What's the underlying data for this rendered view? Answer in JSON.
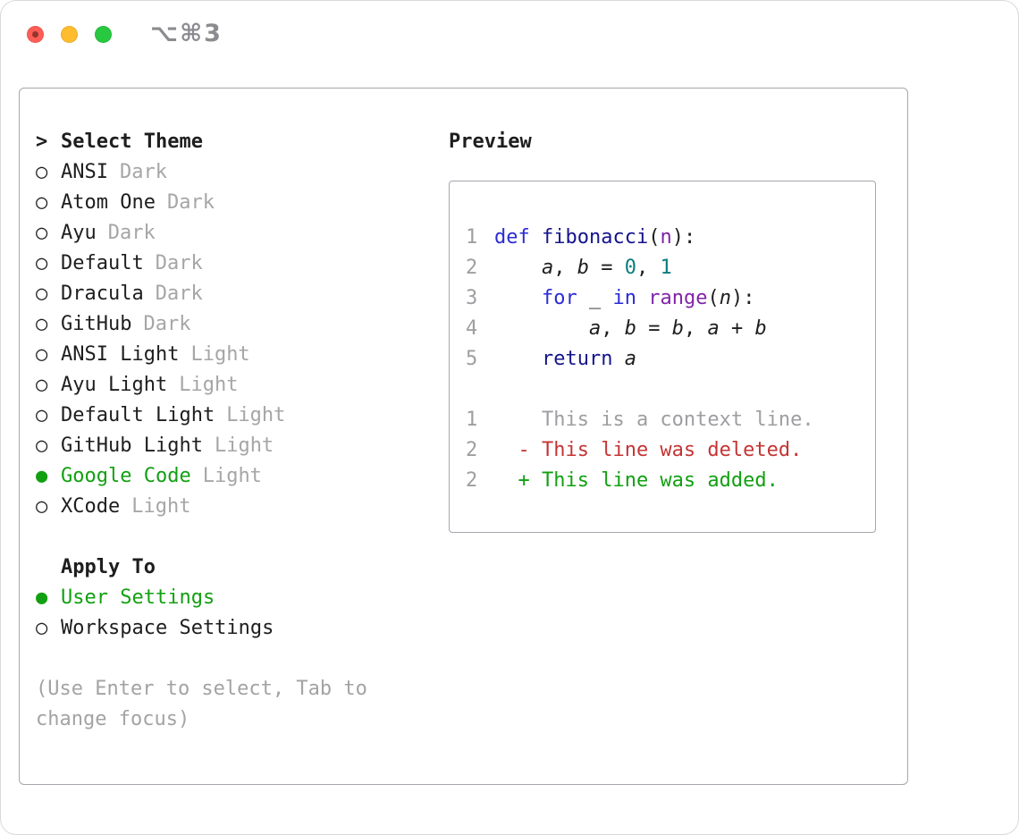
{
  "titlebar": {
    "shortcut": "⌥⌘3"
  },
  "colors": {
    "accent_green": "#12a012",
    "muted": "#9e9ea2",
    "deleted_red": "#c53434",
    "keyword_blue": "#2b2bd5",
    "function_navy": "#14148c",
    "builtin_purple": "#8024a8",
    "number_teal": "#0b7c7c"
  },
  "theme_panel": {
    "header": {
      "cursor": ">",
      "label": "Select Theme"
    },
    "themes": [
      {
        "name": "ANSI",
        "variant": "Dark",
        "selected": false
      },
      {
        "name": "Atom One",
        "variant": "Dark",
        "selected": false
      },
      {
        "name": "Ayu",
        "variant": "Dark",
        "selected": false
      },
      {
        "name": "Default",
        "variant": "Dark",
        "selected": false
      },
      {
        "name": "Dracula",
        "variant": "Dark",
        "selected": false
      },
      {
        "name": "GitHub",
        "variant": "Dark",
        "selected": false
      },
      {
        "name": "ANSI Light",
        "variant": "Light",
        "selected": false
      },
      {
        "name": "Ayu Light",
        "variant": "Light",
        "selected": false
      },
      {
        "name": "Default Light",
        "variant": "Light",
        "selected": false
      },
      {
        "name": "GitHub Light",
        "variant": "Light",
        "selected": false
      },
      {
        "name": "Google Code",
        "variant": "Light",
        "selected": true
      },
      {
        "name": "XCode",
        "variant": "Light",
        "selected": false
      }
    ],
    "apply_to": {
      "label": "Apply To",
      "options": [
        {
          "label": "User Settings",
          "selected": true
        },
        {
          "label": "Workspace Settings",
          "selected": false
        }
      ]
    },
    "help": "(Use Enter to select, Tab to change focus)",
    "radio_unselected": "○",
    "radio_selected": "●"
  },
  "preview": {
    "label": "Preview",
    "code_lines": [
      {
        "num": "1",
        "segs": [
          {
            "t": "def ",
            "c": "kw"
          },
          {
            "t": "fibonacci",
            "c": "fn"
          },
          {
            "t": "(",
            "c": ""
          },
          {
            "t": "n",
            "c": "bi"
          },
          {
            "t": "):",
            "c": ""
          }
        ]
      },
      {
        "num": "2",
        "segs": [
          {
            "t": "    ",
            "c": ""
          },
          {
            "t": "a",
            "c": "var"
          },
          {
            "t": ", ",
            "c": ""
          },
          {
            "t": "b",
            "c": "var"
          },
          {
            "t": " = ",
            "c": ""
          },
          {
            "t": "0",
            "c": "num"
          },
          {
            "t": ", ",
            "c": ""
          },
          {
            "t": "1",
            "c": "num"
          }
        ]
      },
      {
        "num": "3",
        "segs": [
          {
            "t": "    ",
            "c": ""
          },
          {
            "t": "for",
            "c": "kw"
          },
          {
            "t": " _ ",
            "c": ""
          },
          {
            "t": "in",
            "c": "kw"
          },
          {
            "t": " ",
            "c": ""
          },
          {
            "t": "range",
            "c": "bi"
          },
          {
            "t": "(",
            "c": ""
          },
          {
            "t": "n",
            "c": "var"
          },
          {
            "t": "):",
            "c": ""
          }
        ]
      },
      {
        "num": "4",
        "segs": [
          {
            "t": "        ",
            "c": ""
          },
          {
            "t": "a",
            "c": "var"
          },
          {
            "t": ", ",
            "c": ""
          },
          {
            "t": "b",
            "c": "var"
          },
          {
            "t": " = ",
            "c": ""
          },
          {
            "t": "b",
            "c": "var"
          },
          {
            "t": ", ",
            "c": ""
          },
          {
            "t": "a",
            "c": "var"
          },
          {
            "t": " + ",
            "c": ""
          },
          {
            "t": "b",
            "c": "var"
          }
        ]
      },
      {
        "num": "5",
        "segs": [
          {
            "t": "    ",
            "c": ""
          },
          {
            "t": "return",
            "c": "fn"
          },
          {
            "t": " ",
            "c": ""
          },
          {
            "t": "a",
            "c": "var"
          }
        ]
      }
    ],
    "diff_lines": [
      {
        "num": "1",
        "content": "    This is a context line.",
        "type": "context"
      },
      {
        "num": "2",
        "content": "  - This line was deleted.",
        "type": "deleted"
      },
      {
        "num": "2",
        "content": "  + This line was added.",
        "type": "added"
      }
    ]
  }
}
